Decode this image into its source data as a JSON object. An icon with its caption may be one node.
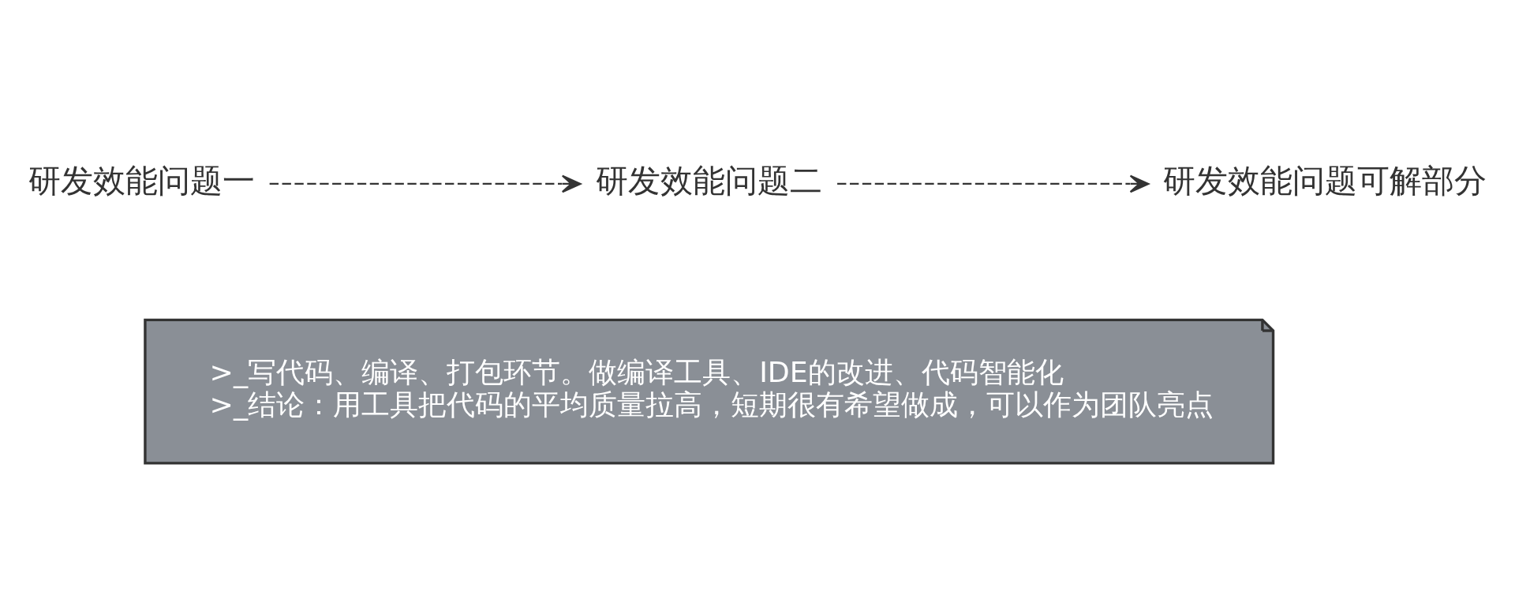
{
  "diagram": {
    "nodes": [
      {
        "text": [
          "研发效能问题一"
        ]
      },
      {
        "text": [
          "研发效能问题二"
        ]
      },
      {
        "text": [
          "研发效能问题可解部分"
        ]
      },
      {
        "text": [
          ">_写代码、编译、打包环节。做编译工具、IDE的改进、代码智能化",
          ">_结论：用工具把代码的平均质量拉高，短期很有希望做成，可以作为团队亮点"
        ]
      }
    ],
    "edges": [
      {
        "from": 0,
        "to": 1,
        "arrow": "to",
        "style": "dashed"
      },
      {
        "from": 1,
        "to": 2,
        "arrow": "to",
        "style": "dashed"
      }
    ]
  }
}
